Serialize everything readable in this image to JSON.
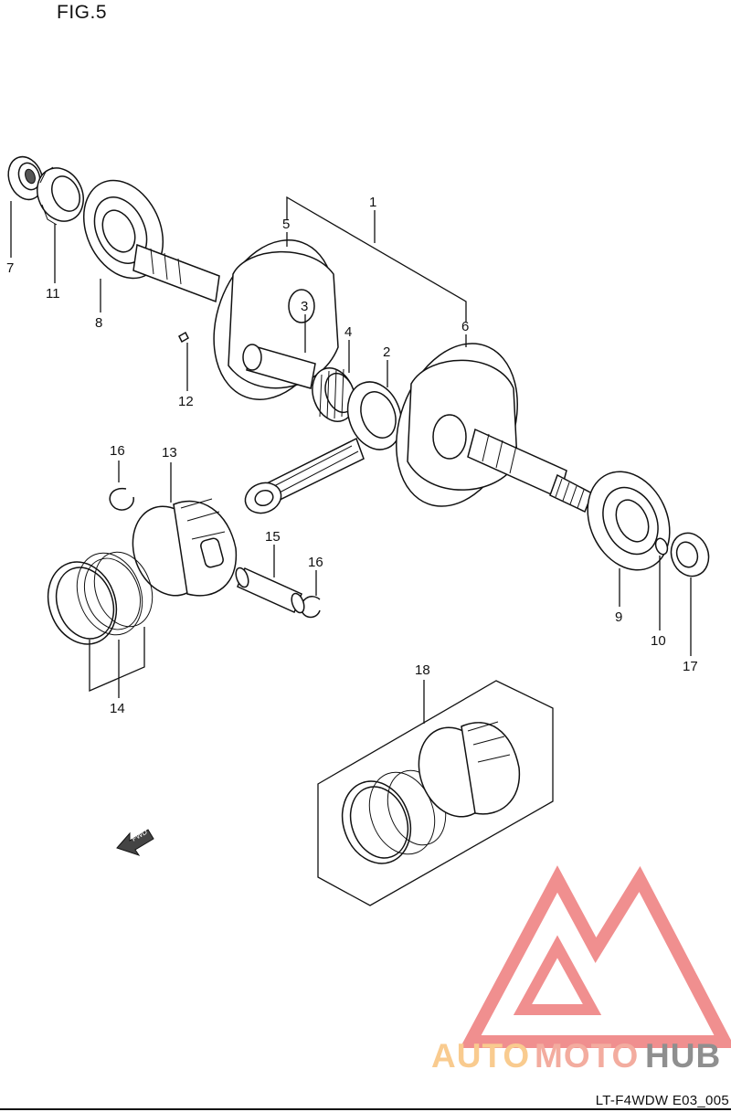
{
  "figure": {
    "title": "FIG.5",
    "drawing_code": "LT-F4WDW E03_005",
    "fwd_label": "FWD"
  },
  "callouts": [
    {
      "id": "1",
      "label": "1"
    },
    {
      "id": "2",
      "label": "2"
    },
    {
      "id": "3",
      "label": "3"
    },
    {
      "id": "4",
      "label": "4"
    },
    {
      "id": "5",
      "label": "5"
    },
    {
      "id": "6",
      "label": "6"
    },
    {
      "id": "7",
      "label": "7"
    },
    {
      "id": "8",
      "label": "8"
    },
    {
      "id": "9",
      "label": "9"
    },
    {
      "id": "10",
      "label": "10"
    },
    {
      "id": "11",
      "label": "11"
    },
    {
      "id": "12",
      "label": "12"
    },
    {
      "id": "13",
      "label": "13"
    },
    {
      "id": "14",
      "label": "14"
    },
    {
      "id": "15",
      "label": "15"
    },
    {
      "id": "16a",
      "label": "16"
    },
    {
      "id": "16b",
      "label": "16"
    },
    {
      "id": "17",
      "label": "17"
    },
    {
      "id": "18",
      "label": "18"
    }
  ],
  "watermark": {
    "part1": "AUTO",
    "part2": "MOTO",
    "part3": "HUB",
    "color_light": "#f9c98a",
    "color_mid": "#f3a89a",
    "color_dark": "#8a8a8a",
    "triangle_color": "#f08a8a"
  }
}
